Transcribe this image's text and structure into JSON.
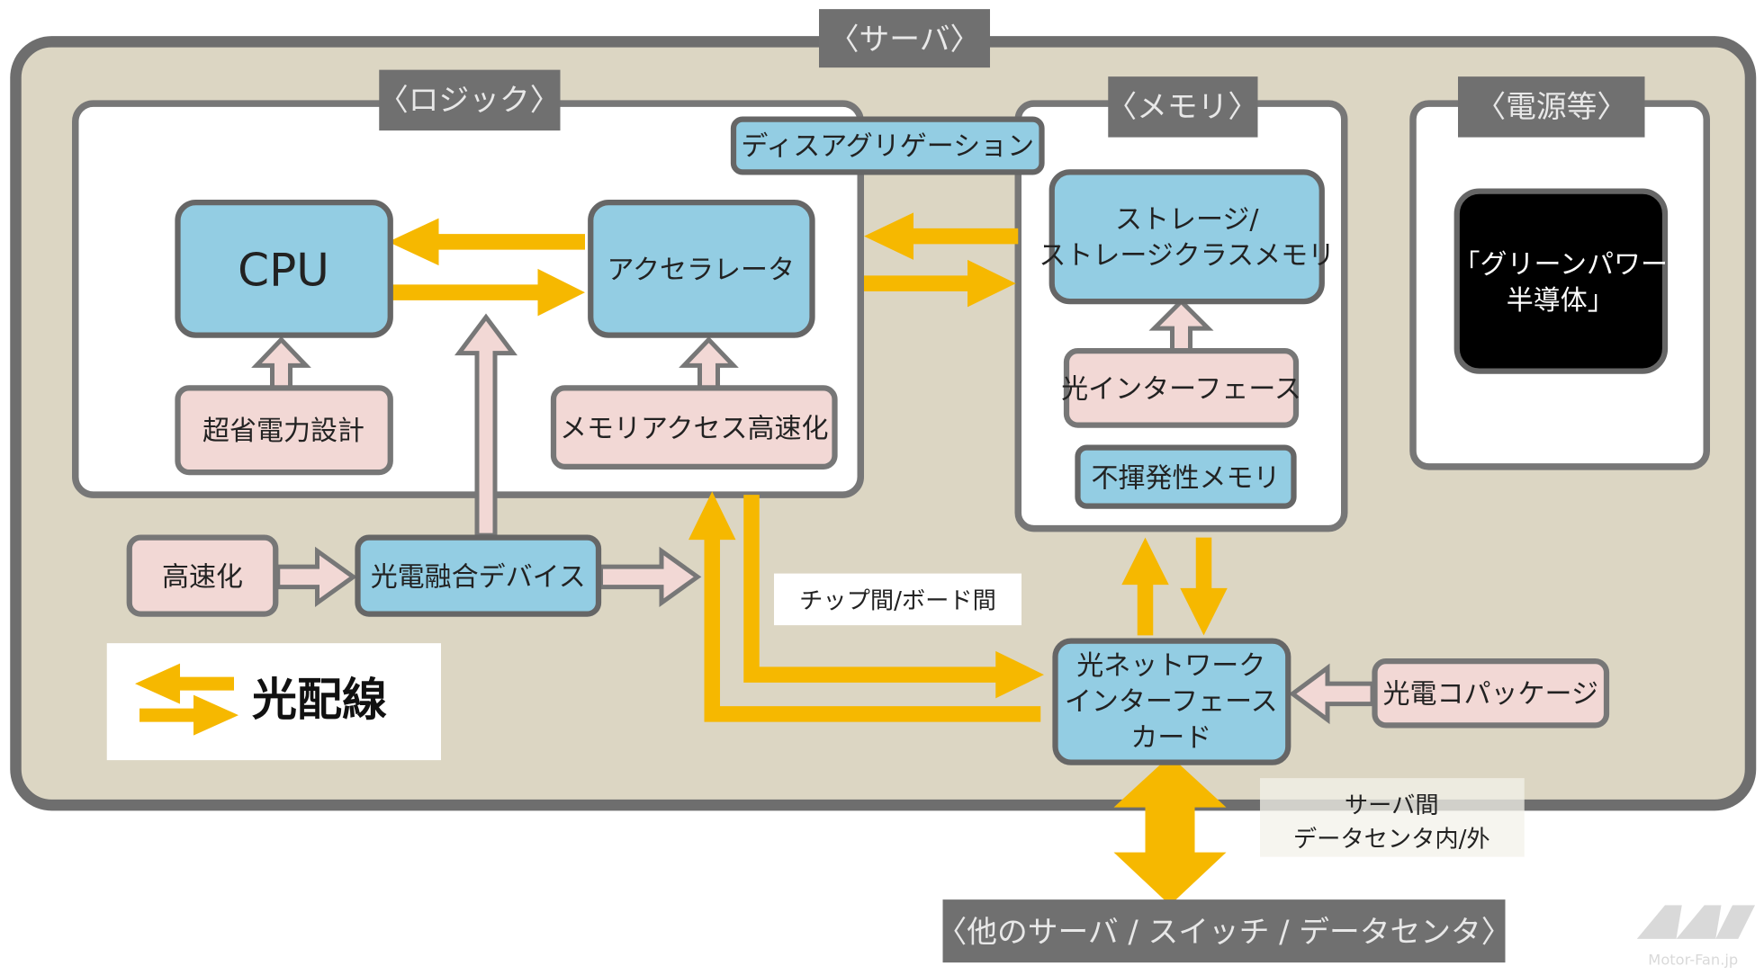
{
  "server_label": "〈サーバ〉",
  "logic_label": "〈ロジック〉",
  "memory_label": "〈メモリ〉",
  "power_label": "〈電源等〉",
  "disaggregation": "ディスアグリゲーション",
  "cpu": "CPU",
  "accelerator": "アクセラレータ",
  "ultra_low_power": "超省電力設計",
  "memory_access": "メモリアクセス高速化",
  "storage_line1": "ストレージ/",
  "storage_line2": "ストレージクラスメモリ",
  "optical_interface": "光インターフェース",
  "nonvolatile_memory": "不揮発性メモリ",
  "green_power_line1": "「グリーンパワー",
  "green_power_line2": "半導体」",
  "speedup": "高速化",
  "optoelectronic_device": "光電融合デバイス",
  "chip_board": "チップ間/ボード間",
  "nic_line1": "光ネットワーク",
  "nic_line2": "インターフェース",
  "nic_line3": "カード",
  "co_package": "光電コパッケージ",
  "legend_label": "光配線",
  "inter_server_line1": "サーバ間",
  "inter_server_line2": "データセンタ内/外",
  "bottom_label": "〈他のサーバ / スイッチ / データセンタ〉",
  "watermark": "Motor-Fan.jp",
  "colors": {
    "optical_wiring": "#f6b800",
    "blue_box": "#93cde3",
    "pink_box": "#f2d8d5",
    "server_bg": "#dcd6c3",
    "label_bg": "#707070"
  }
}
